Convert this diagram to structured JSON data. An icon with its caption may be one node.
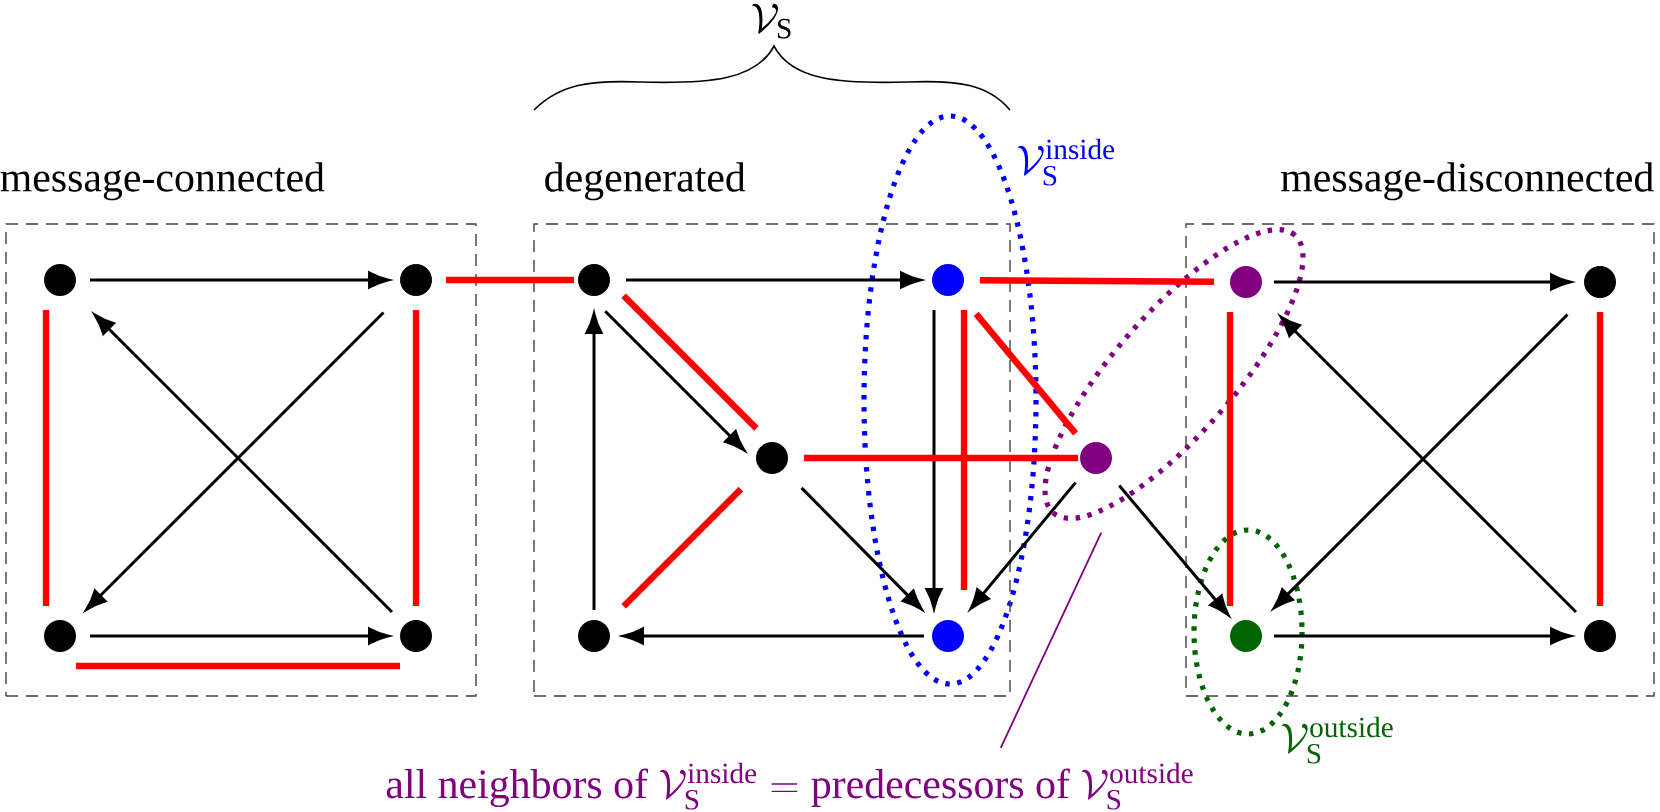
{
  "diagram": {
    "nodes": [
      {
        "text": [
          "message-connected"
        ]
      },
      {
        "text": [],
        "shape": "circle",
        "in": 0
      },
      {
        "text": [],
        "shape": "circle",
        "in": 0
      },
      {
        "text": [],
        "shape": "circle",
        "in": 0
      },
      {
        "text": [],
        "shape": "circle",
        "in": 0
      },
      {
        "text": [
          "degenerated"
        ]
      },
      {
        "text": [],
        "shape": "circle",
        "in": 5
      },
      {
        "text": [],
        "shape": "circle",
        "in": 5
      },
      {
        "text": [],
        "shape": "circle",
        "in": 5
      },
      {
        "text": [],
        "shape": "circle",
        "in": 5
      },
      {
        "text": [],
        "shape": "circle",
        "in": 5
      },
      {
        "text": [],
        "shape": "ellipse"
      },
      {
        "text": [],
        "shape": "circle",
        "in": 11
      },
      {
        "text": [
          "message-disconnected"
        ]
      },
      {
        "text": [],
        "shape": "circle"
      },
      {
        "text": [],
        "shape": "circle",
        "in": 13
      },
      {
        "text": [],
        "shape": "circle",
        "in": 13
      },
      {
        "text": [],
        "shape": "circle",
        "in": 13
      },
      {
        "text": [
          "\\text{all neighbors of }\\mathcal{V}_\\mathrm{S}^\\mathrm{inside}=\\text{predecessors of }\\mathcal{V}_\\mathrm{S}^\\mathrm{outside}"
        ]
      }
    ],
    "edges": [
      {
        "from": 1,
        "to": 2,
        "arrow": "to"
      },
      {
        "from": 3,
        "to": 4,
        "arrow": "to"
      },
      {
        "from": 2,
        "to": 3,
        "arrow": "to"
      },
      {
        "from": 4,
        "to": 1,
        "arrow": "to"
      },
      {
        "from": 1,
        "to": 3,
        "arrow": "none",
        "style": "thick",
        "color": "#ff0000"
      },
      {
        "from": 2,
        "to": 4,
        "arrow": "none",
        "style": "thick",
        "color": "#ff0000"
      },
      {
        "from": 3,
        "to": 4,
        "arrow": "none",
        "style": "thick",
        "color": "#ff0000"
      },
      {
        "from": 2,
        "to": 6,
        "arrow": "none",
        "style": "thick",
        "color": "#ff0000"
      },
      {
        "from": 6,
        "to": 7,
        "arrow": "to"
      },
      {
        "from": 6,
        "to": 8,
        "arrow": "to"
      },
      {
        "from": 8,
        "to": 10,
        "arrow": "to"
      },
      {
        "from": 7,
        "to": 10,
        "arrow": "to"
      },
      {
        "from": 10,
        "to": 9,
        "arrow": "to"
      },
      {
        "from": 9,
        "to": 6,
        "arrow": "to"
      },
      {
        "from": 6,
        "to": 8,
        "arrow": "none",
        "style": "thick",
        "color": "#ff0000"
      },
      {
        "from": 8,
        "to": 9,
        "arrow": "none",
        "style": "thick",
        "color": "#ff0000"
      },
      {
        "from": 7,
        "to": 10,
        "arrow": "none",
        "style": "thick",
        "color": "#ff0000"
      },
      {
        "from": 7,
        "to": 12,
        "arrow": "none",
        "style": "thick",
        "color": "#ff0000"
      },
      {
        "from": 8,
        "to": 12,
        "arrow": "none",
        "style": "thick",
        "color": "#ff0000"
      },
      {
        "from": 7,
        "to": 14,
        "arrow": "none",
        "style": "thick",
        "color": "#ff0000"
      },
      {
        "from": 12,
        "to": 10,
        "arrow": "to"
      },
      {
        "from": 12,
        "to": 16,
        "arrow": "to"
      },
      {
        "from": 14,
        "to": 15,
        "arrow": "to"
      },
      {
        "from": 16,
        "to": 17,
        "arrow": "to"
      },
      {
        "from": 15,
        "to": 16,
        "arrow": "to"
      },
      {
        "from": 17,
        "to": 14,
        "arrow": "to"
      },
      {
        "from": 14,
        "to": 16,
        "arrow": "none",
        "style": "thick",
        "color": "#ff0000"
      },
      {
        "from": 15,
        "to": 17,
        "arrow": "none",
        "style": "thick",
        "color": "#ff0000"
      },
      {
        "from": 18,
        "to": 11,
        "arrow": "none",
        "color": "#800080"
      }
    ],
    "labels": [
      "\\mathcal{V}_\\mathrm{S}",
      "\\mathcal{V}_\\mathrm{S}^\\mathrm{inside}",
      "\\mathcal{V}_\\mathrm{S}^\\mathrm{outside}"
    ]
  }
}
